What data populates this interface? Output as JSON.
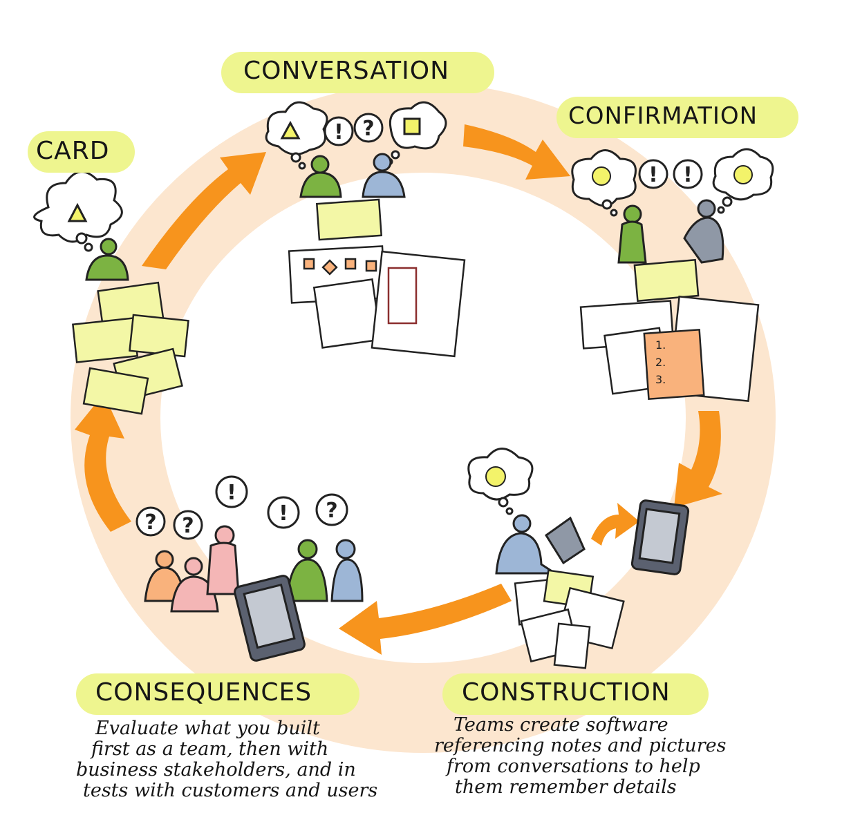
{
  "stages": {
    "card": {
      "title": "CARD"
    },
    "conversation": {
      "title": "CONVERSATION"
    },
    "confirmation": {
      "title": "CONFIRMATION"
    },
    "construction": {
      "title": "CONSTRUCTION",
      "lines": [
        "Teams create software",
        "referencing notes and pictures",
        "from conversations to help",
        "them remember details"
      ]
    },
    "consequences": {
      "title": "CONSEQUENCES",
      "lines": [
        "Evaluate what you built",
        "first as a team, then with",
        "business stakeholders, and in",
        "tests with customers and users"
      ]
    }
  },
  "thought_symbols": {
    "question": "?",
    "exclamation": "!",
    "list_items": [
      "1.",
      "2.",
      "3."
    ]
  },
  "colors": {
    "ring": "#fce6cf",
    "arrow": "#f7941d",
    "highlight": "#eef58f",
    "sticky_note": "#f3f7a6",
    "green_person": "#7cb342",
    "blue_person": "#9db6d6",
    "pink_person": "#f4b6b6",
    "grey_person": "#8f98a6",
    "ink": "#222222",
    "note_ink": "#8b2e2e"
  }
}
